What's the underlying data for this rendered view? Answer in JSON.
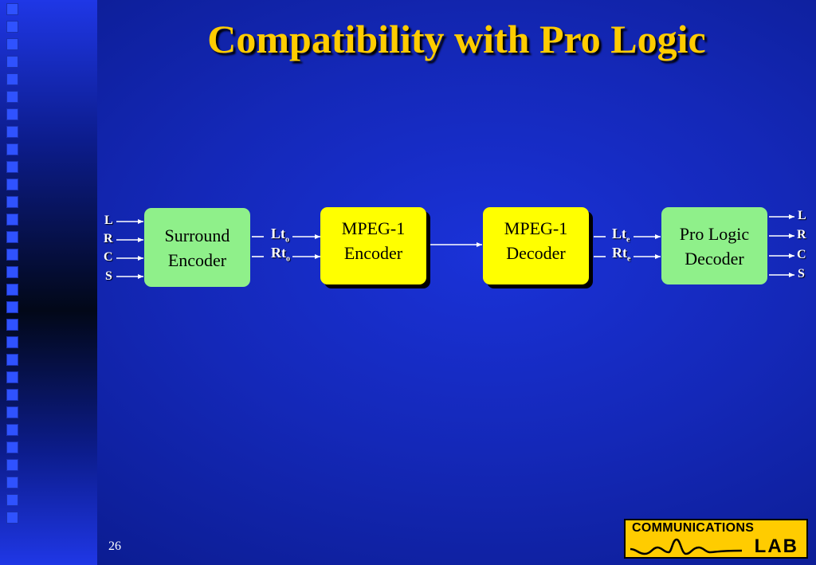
{
  "title": "Compatibility with Pro Logic",
  "inputs": [
    "L",
    "R",
    "C",
    "S"
  ],
  "outputs": [
    "L",
    "R",
    "C",
    "S"
  ],
  "blocks": {
    "surround_encoder": [
      "Surround",
      "Encoder"
    ],
    "mpeg_encoder": [
      "MPEG-1",
      "Encoder"
    ],
    "mpeg_decoder": [
      "MPEG-1",
      "Decoder"
    ],
    "pro_logic_decoder": [
      "Pro Logic",
      "Decoder"
    ]
  },
  "links": {
    "lt_o": "Lt",
    "lt_o_sub": "o",
    "rt_o": "Rt",
    "rt_o_sub": "o",
    "lt_e": "Lt",
    "lt_e_sub": "e",
    "rt_e": "Rt",
    "rt_e_sub": "e"
  },
  "page_number": "26",
  "logo": {
    "line1": "COMMUNICATIONS",
    "line2": "LAB"
  },
  "colors": {
    "title": "#ffcc00",
    "green_block": "#8ff08a",
    "yellow_block": "#ffff00",
    "background": "#1428b8"
  }
}
